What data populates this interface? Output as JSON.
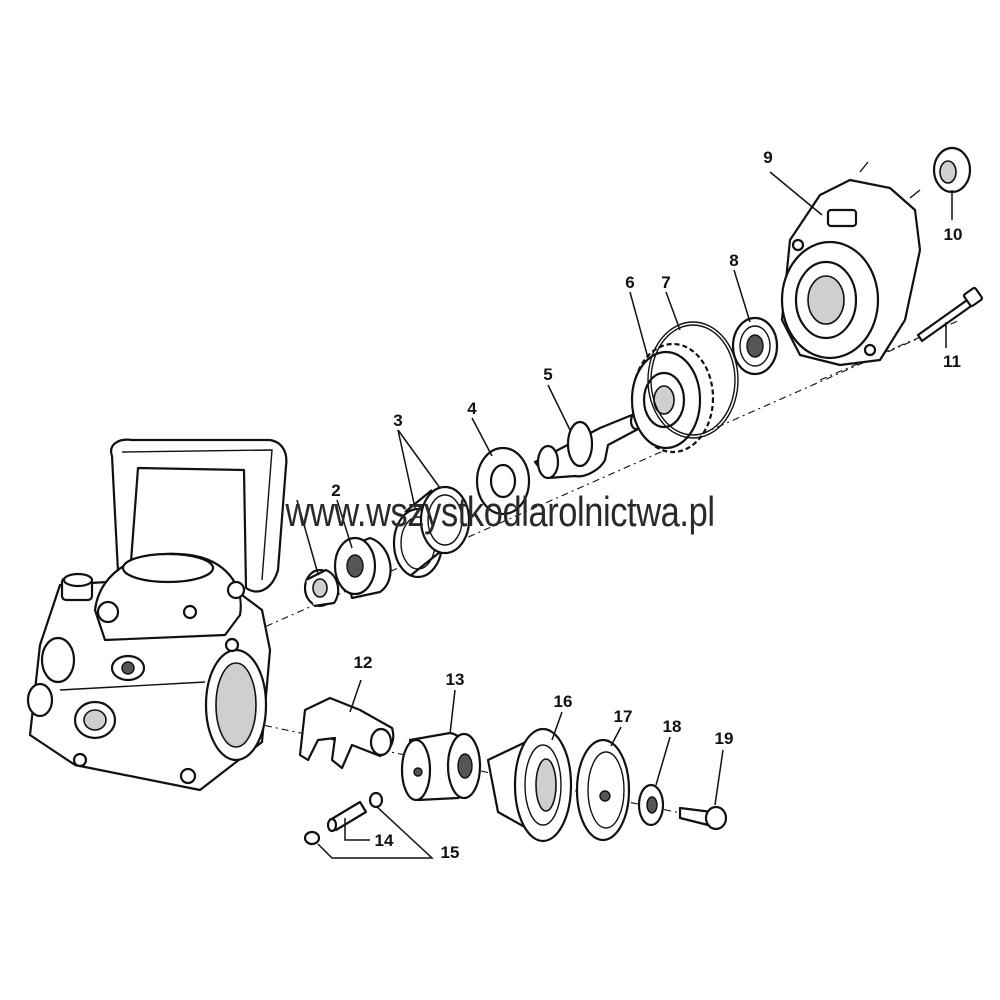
{
  "watermark": "www.wszystkodlarolnictwa.pl",
  "callouts": [
    "2",
    "3",
    "4",
    "5",
    "6",
    "7",
    "8",
    "9",
    "10",
    "11",
    "12",
    "13",
    "14",
    "15",
    "16",
    "17",
    "18",
    "19"
  ],
  "colors": {
    "ink": "#111111",
    "background": "#ffffff",
    "shade": "#cfcfcf"
  }
}
